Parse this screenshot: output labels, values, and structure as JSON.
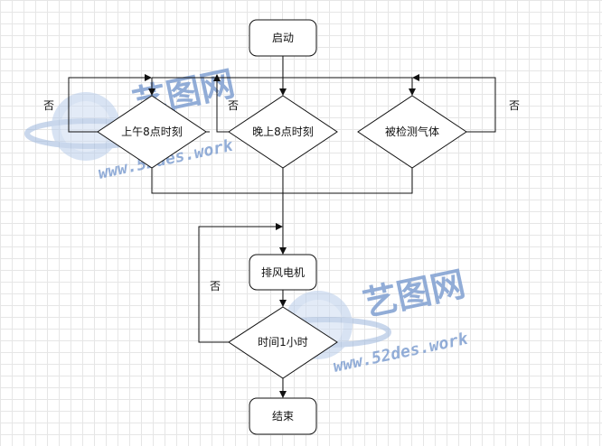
{
  "nodes": {
    "start": "启动",
    "morning": "上午8点时刻",
    "evening": "晚上8点时刻",
    "gas": "被检测气体",
    "fan": "排风电机",
    "timer": "时间1小时",
    "end": "结束"
  },
  "edge_labels": {
    "morning_no": "否",
    "evening_no": "否",
    "gas_no": "否",
    "timer_no": "否"
  },
  "watermark": {
    "text": "艺图网",
    "url": "www.52des.work"
  }
}
